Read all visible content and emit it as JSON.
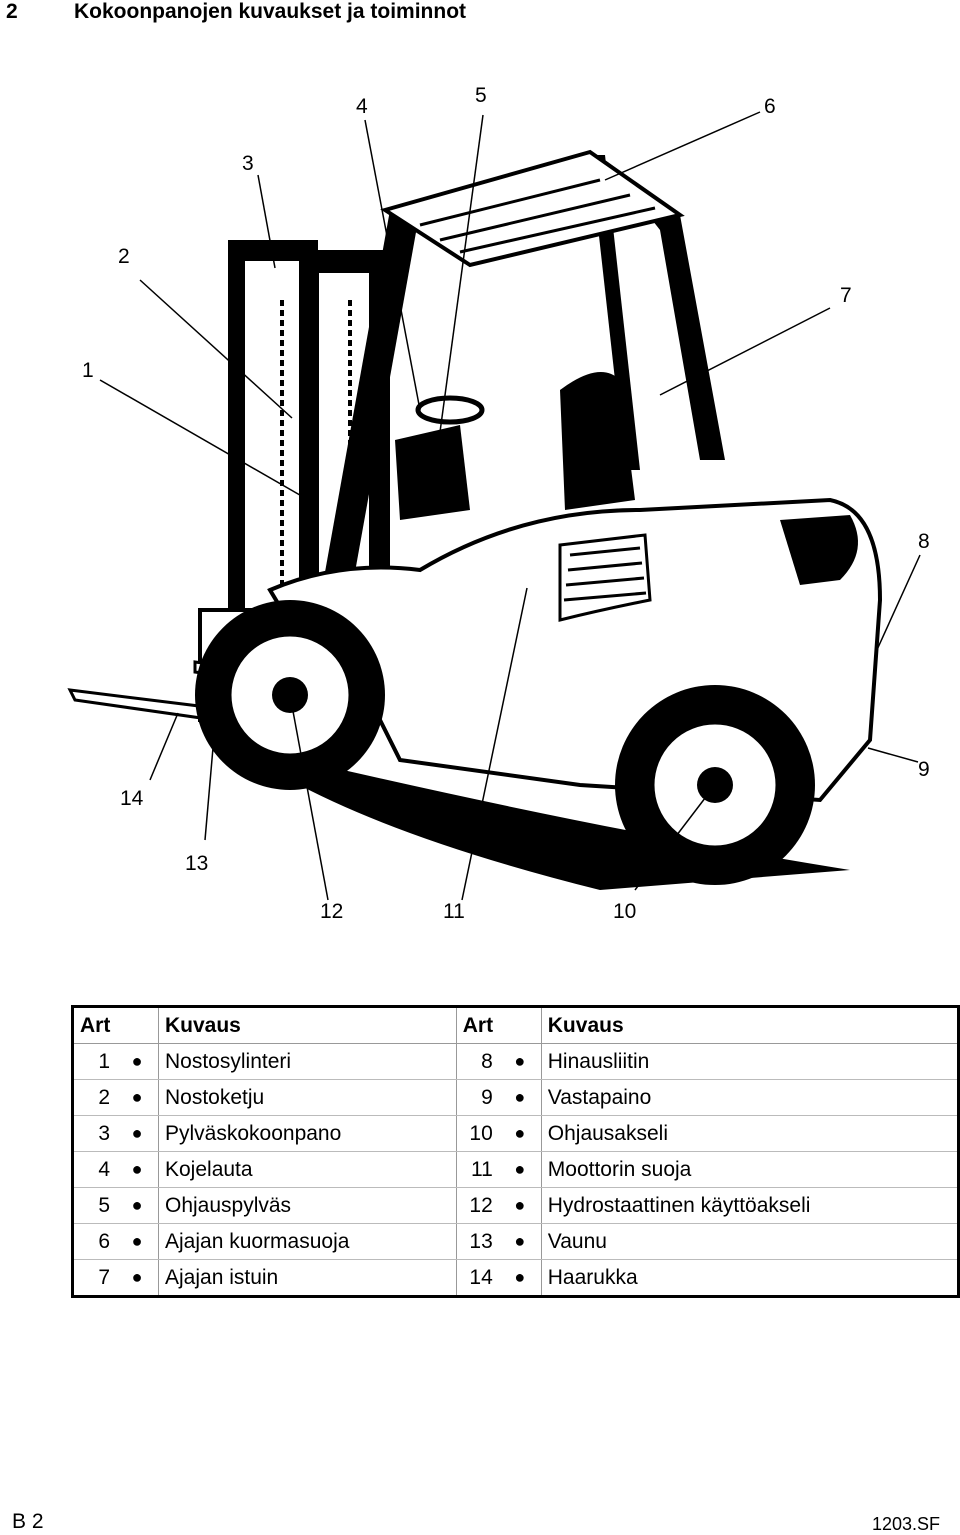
{
  "header": {
    "number": "2",
    "title": "Kokoonpanojen kuvaukset ja toiminnot"
  },
  "callouts": [
    "1",
    "2",
    "3",
    "4",
    "5",
    "6",
    "7",
    "8",
    "9",
    "10",
    "11",
    "12",
    "13",
    "14"
  ],
  "table": {
    "headers": {
      "art": "Art",
      "desc": "Kuvaus"
    },
    "bullet": "●",
    "rows": [
      {
        "l_art": "1",
        "l_desc": "Nostosylinteri",
        "r_art": "8",
        "r_desc": "Hinausliitin"
      },
      {
        "l_art": "2",
        "l_desc": "Nostoketju",
        "r_art": "9",
        "r_desc": "Vastapaino"
      },
      {
        "l_art": "3",
        "l_desc": "Pylväskokoonpano",
        "r_art": "10",
        "r_desc": "Ohjausakseli"
      },
      {
        "l_art": "4",
        "l_desc": "Kojelauta",
        "r_art": "11",
        "r_desc": "Moottorin suoja"
      },
      {
        "l_art": "5",
        "l_desc": "Ohjauspylväs",
        "r_art": "12",
        "r_desc": "Hydrostaattinen käyttöakseli"
      },
      {
        "l_art": "6",
        "l_desc": "Ajajan kuormasuoja",
        "r_art": "13",
        "r_desc": "Vaunu"
      },
      {
        "l_art": "7",
        "l_desc": "Ajajan istuin",
        "r_art": "14",
        "r_desc": "Haarukka"
      }
    ]
  },
  "footer": {
    "page": "B 2",
    "code": "1203.SF"
  }
}
